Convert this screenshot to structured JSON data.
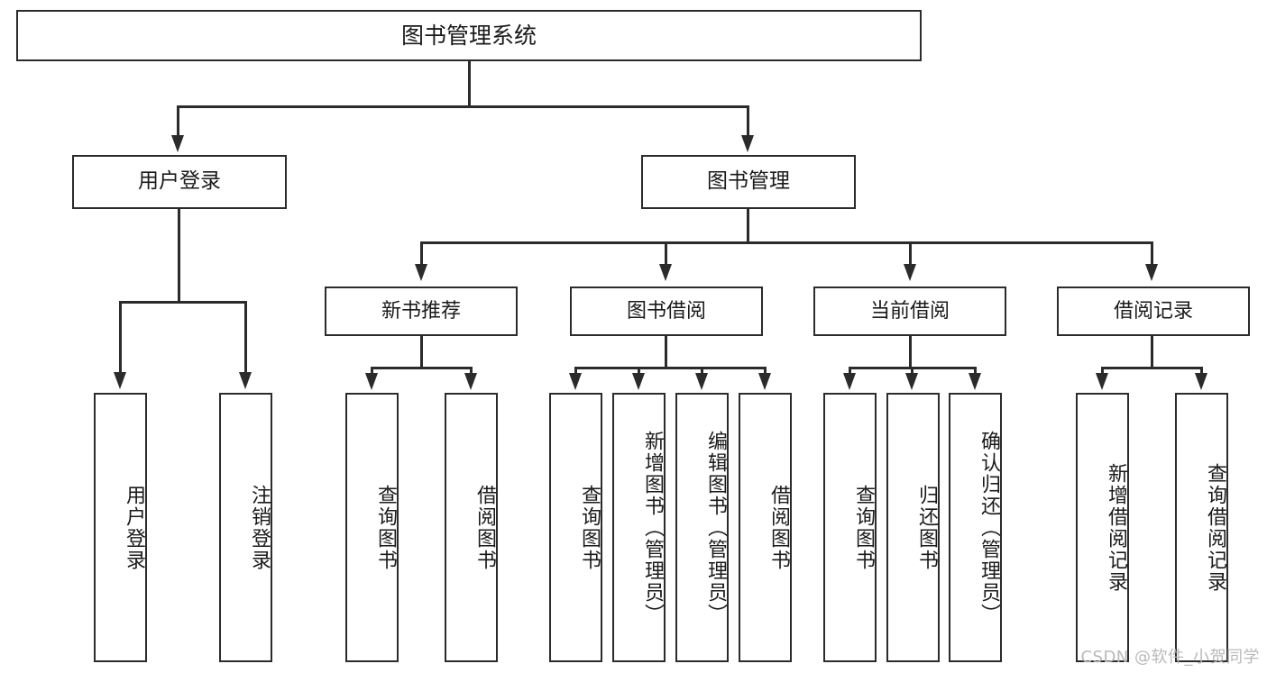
{
  "diagram": {
    "title": "图书管理系统",
    "type": "tree",
    "root": {
      "id": "root",
      "label": "图书管理系统"
    },
    "level2": [
      {
        "id": "user-login",
        "label": "用户登录"
      },
      {
        "id": "book-manage",
        "label": "图书管理"
      }
    ],
    "level3": [
      {
        "id": "new-book-recommend",
        "label": "新书推荐",
        "parent": "book-manage"
      },
      {
        "id": "book-borrow",
        "label": "图书借阅",
        "parent": "book-manage"
      },
      {
        "id": "current-borrow",
        "label": "当前借阅",
        "parent": "book-manage"
      },
      {
        "id": "borrow-record",
        "label": "借阅记录",
        "parent": "book-manage"
      }
    ],
    "leaves": [
      {
        "id": "leaf-user-login",
        "label": "用户登录",
        "parent": "user-login"
      },
      {
        "id": "leaf-logout-login",
        "label": "注销登录",
        "parent": "user-login"
      },
      {
        "id": "leaf-query-book-1",
        "label": "查询图书",
        "parent": "new-book-recommend"
      },
      {
        "id": "leaf-borrow-book-1",
        "label": "借阅图书",
        "parent": "new-book-recommend"
      },
      {
        "id": "leaf-query-book-2",
        "label": "查询图书",
        "parent": "book-borrow"
      },
      {
        "id": "leaf-add-book",
        "label": "新增图书（管理员）",
        "parent": "book-borrow"
      },
      {
        "id": "leaf-edit-book",
        "label": "编辑图书（管理员）",
        "parent": "book-borrow"
      },
      {
        "id": "leaf-borrow-book-2",
        "label": "借阅图书",
        "parent": "book-borrow"
      },
      {
        "id": "leaf-query-book-3",
        "label": "查询图书",
        "parent": "current-borrow"
      },
      {
        "id": "leaf-return-book",
        "label": "归还图书",
        "parent": "current-borrow"
      },
      {
        "id": "leaf-confirm-return",
        "label": "确认归还（管理员）",
        "parent": "current-borrow"
      },
      {
        "id": "leaf-add-record",
        "label": "新增借阅记录",
        "parent": "borrow-record"
      },
      {
        "id": "leaf-query-record",
        "label": "查询借阅记录",
        "parent": "borrow-record"
      }
    ],
    "watermark": "CSDN @软件_小贺同学",
    "colors": {
      "stroke": "#2b2b2b",
      "background": "#ffffff",
      "text": "#1a1a1a",
      "watermark": "#b9b9b9"
    }
  }
}
